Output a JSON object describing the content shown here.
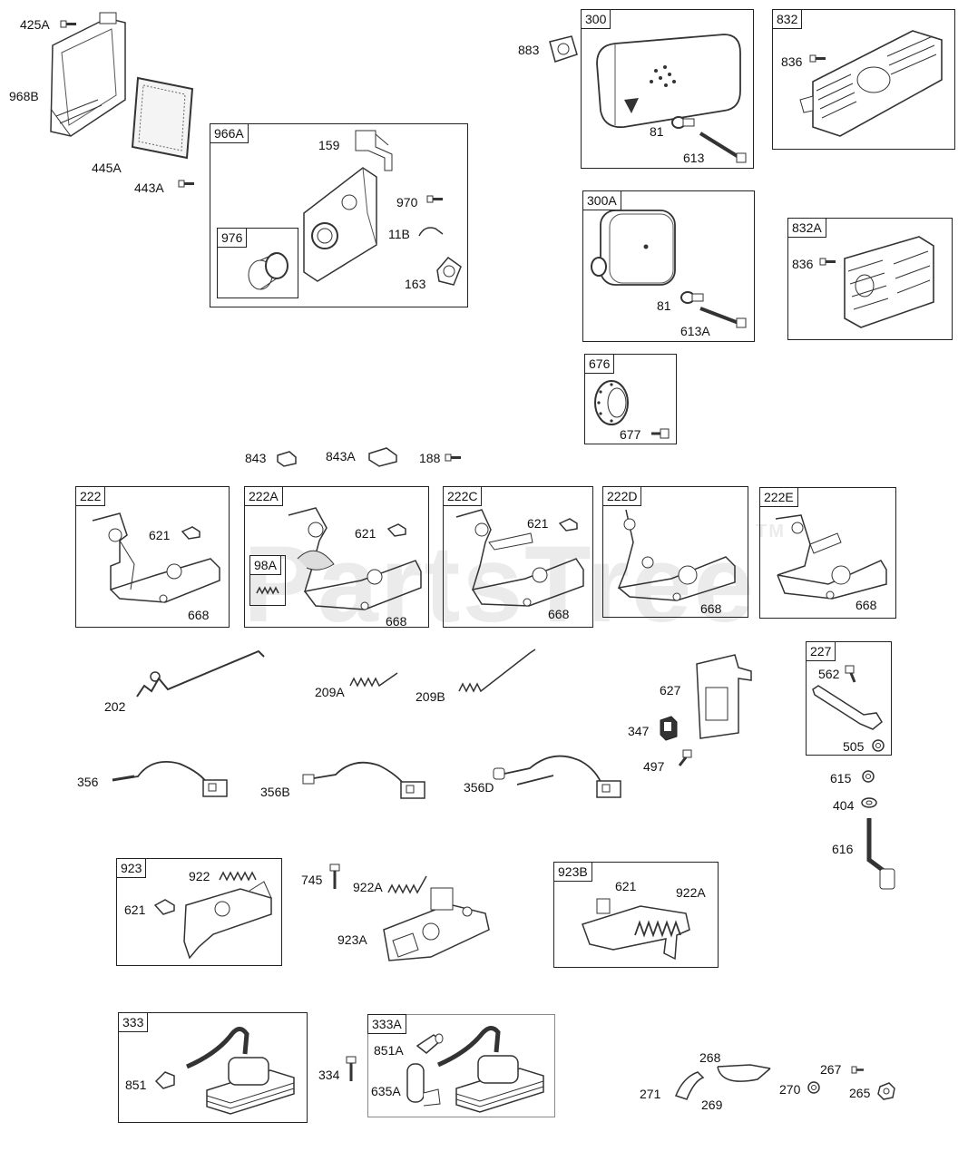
{
  "watermark": "PartsTree",
  "watermark_tm": "TM",
  "groups": {
    "g300": "300",
    "g832": "832",
    "g966A": "966A",
    "g976": "976",
    "g300A": "300A",
    "g832A": "832A",
    "g676": "676",
    "g222": "222",
    "g222A": "222A",
    "g98A": "98A",
    "g222C": "222C",
    "g222D": "222D",
    "g222E": "222E",
    "g227": "227",
    "g923": "923",
    "g923B": "923B",
    "g333": "333",
    "g333A": "333A"
  },
  "parts": {
    "p425A": "425A",
    "p968B": "968B",
    "p445A": "445A",
    "p443A": "443A",
    "p883": "883",
    "p81a": "81",
    "p613": "613",
    "p836a": "836",
    "p159": "159",
    "p970": "970",
    "p11B": "11B",
    "p163": "163",
    "p81b": "81",
    "p613A": "613A",
    "p836b": "836",
    "p677": "677",
    "p843": "843",
    "p843A": "843A",
    "p188": "188",
    "p621a": "621",
    "p668a": "668",
    "p621b": "621",
    "p668b": "668",
    "p621c": "621",
    "p668c": "668",
    "p668d": "668",
    "p668e": "668",
    "p202": "202",
    "p209A": "209A",
    "p209B": "209B",
    "p627": "627",
    "p347": "347",
    "p497": "497",
    "p562": "562",
    "p505": "505",
    "p615": "615",
    "p404": "404",
    "p616": "616",
    "p356": "356",
    "p356B": "356B",
    "p356D": "356D",
    "p922": "922",
    "p621d": "621",
    "p745": "745",
    "p922A": "922A",
    "p923A": "923A",
    "p621e": "621",
    "p922Ab": "922A",
    "p851": "851",
    "p334": "334",
    "p851A": "851A",
    "p635A": "635A",
    "p268": "268",
    "p267": "267",
    "p271": "271",
    "p269": "269",
    "p270": "270",
    "p265": "265"
  }
}
